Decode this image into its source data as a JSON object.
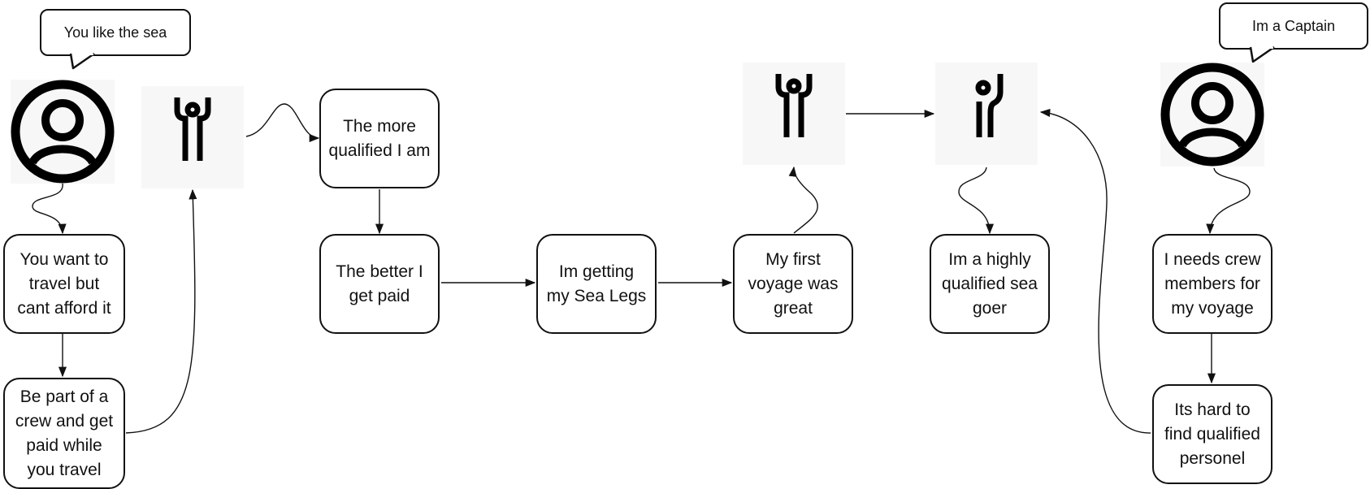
{
  "bubbles": {
    "left": "You like the sea",
    "right": "Im a Captain"
  },
  "nodes": {
    "travel": "You want to\ntravel but\ncant afford it",
    "crew": "Be part of a\ncrew and get\npaid while\nyou travel",
    "qualified": "The more\nqualified I am",
    "paid": "The better I\nget paid",
    "sealegs": "Im getting\nmy Sea Legs",
    "voyage": "My first\nvoyage was\ngreat",
    "highly": "Im a highly\nqualified sea\ngoer",
    "needs": "I needs crew\nmembers for\nmy voyage",
    "hard": "Its hard to\nfind qualified\npersonel"
  },
  "icons": {
    "user_left": "user-circle-icon",
    "user_right": "user-circle-icon",
    "figure_1": "person-arms-up-icon",
    "figure_2": "person-arms-up-icon",
    "figure_3": "person-one-arm-up-icon"
  },
  "colors": {
    "stroke": "#111111",
    "icon_bg": "#f7f7f7"
  }
}
